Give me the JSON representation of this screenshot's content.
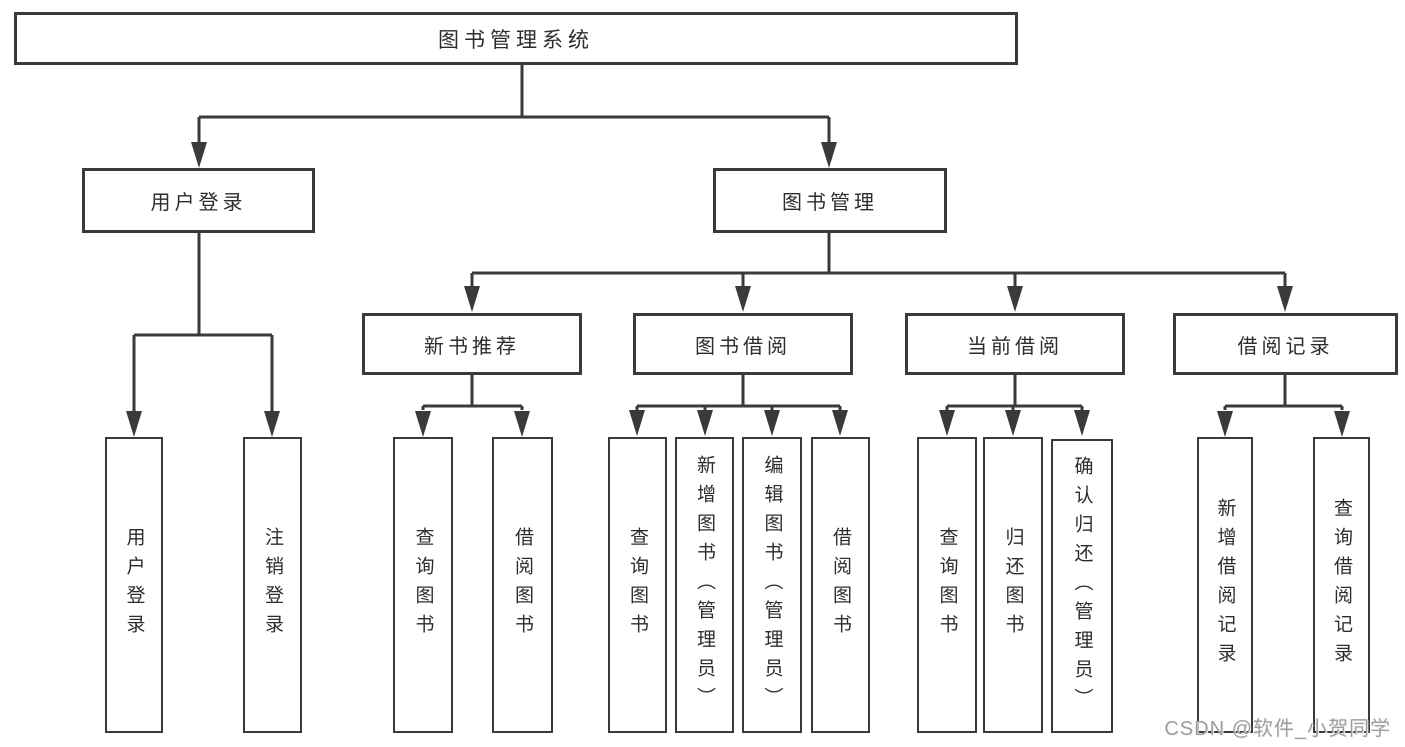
{
  "diagram": {
    "type": "hierarchy-tree",
    "colors": {
      "line": "#3a3a3a",
      "box_border": "#3a3a3a",
      "box_background": "#ffffff",
      "text": "#2d2d2d",
      "watermark_text": "#9e9e9e"
    },
    "nodes": {
      "root": {
        "label": "图书管理系统"
      },
      "user_login_branch": {
        "label": "用户登录",
        "children": [
          "用户登录",
          "注销登录"
        ]
      },
      "book_management_branch": {
        "label": "图书管理"
      },
      "new_book_recommend": {
        "label": "新书推荐",
        "children": [
          "查询图书",
          "借阅图书"
        ]
      },
      "book_borrow": {
        "label": "图书借阅",
        "children": [
          "查询图书",
          "新增图书（管理员）",
          "编辑图书（管理员）",
          "借阅图书"
        ]
      },
      "current_borrow": {
        "label": "当前借阅",
        "children": [
          "查询图书",
          "归还图书",
          "确认归还（管理员）"
        ]
      },
      "borrow_record": {
        "label": "借阅记录",
        "children": [
          "新增借阅记录",
          "查询借阅记录"
        ]
      }
    },
    "watermark": "CSDN @软件_小贺同学"
  }
}
